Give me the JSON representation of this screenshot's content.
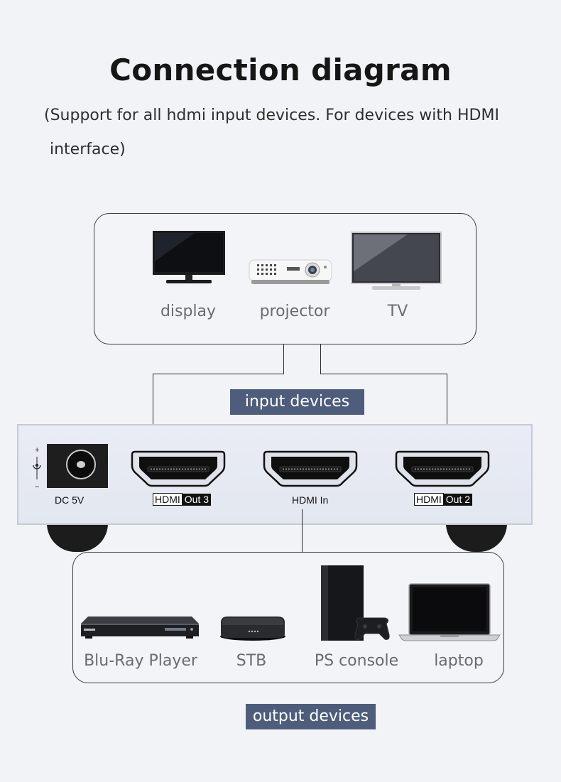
{
  "title": "Connection diagram",
  "subtitle_line1": "(Support for all hdmi input devices. For devices with HDMI",
  "subtitle_line2": "interface)",
  "top_devices": [
    {
      "label": "display"
    },
    {
      "label": "projector"
    },
    {
      "label": "TV"
    }
  ],
  "input_tag": "input devices",
  "device": {
    "dc_label": "DC 5V",
    "plus": "+",
    "minus": "−",
    "ports": [
      {
        "badge": "HDMI",
        "out": "Out 3"
      },
      {
        "text": "HDMI In"
      },
      {
        "badge": "HDMI",
        "out": "Out 2"
      }
    ]
  },
  "bottom_devices": [
    {
      "label": "Blu-Ray Player"
    },
    {
      "label": "STB"
    },
    {
      "label": "PS console"
    },
    {
      "label": "laptop"
    }
  ],
  "output_tag": "output devices",
  "colors": {
    "tag_bg": "#4e5d7b",
    "background": "#f2f3f7",
    "device_body": "#e6e9f2"
  }
}
